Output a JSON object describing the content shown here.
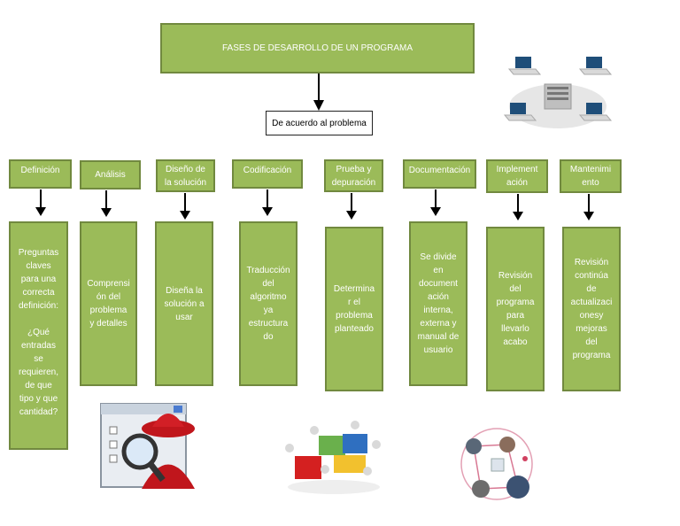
{
  "title": "FASES DE DESARROLLO DE UN PROGRAMA",
  "subtitle": "De acuerdo al problema",
  "phases": [
    {
      "name": "Definición",
      "desc": "Preguntas\nclaves\npara una\ncorrecta\ndefinición:\n\n¿Qué\nentradas\nse\nrequieren,\nde que\ntipo y que\ncantidad?"
    },
    {
      "name": "Análisis",
      "desc": "Comprensi\nón del\nproblema\ny detalles"
    },
    {
      "name": "Diseño de\nla solución",
      "desc": "Diseña la\nsolución a\nusar"
    },
    {
      "name": "Codificación",
      "desc": "Traducción\ndel\nalgoritmo\nya\nestructura\ndo"
    },
    {
      "name": "Prueba y\ndepuración",
      "desc": "Determina\nr el\nproblema\nplanteado"
    },
    {
      "name": "Documentación",
      "desc": "Se divide\nen\ndocument\nación\ninterna,\nexterna y\nmanual de\nusuario"
    },
    {
      "name": "Implement\nación",
      "desc": "Revisión\ndel\nprograma\npara\nllevarlo\nacabo"
    },
    {
      "name": "Mantenimi\nento",
      "desc": "Revisión\ncontinúa\nde\nactualizaci\nonesy\nmejoras\ndel\nprograma"
    }
  ]
}
